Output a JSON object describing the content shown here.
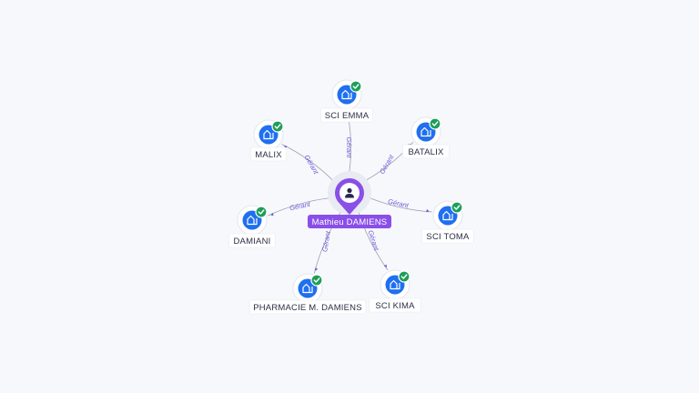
{
  "graph": {
    "center": {
      "label": "Mathieu DAMIENS",
      "icon": "person-icon"
    },
    "edge_label": "Gérant",
    "nodes": [
      {
        "id": "sci-emma",
        "label": "SCI EMMA",
        "icon": "building-icon",
        "verified": true
      },
      {
        "id": "batalix",
        "label": "BATALIX",
        "icon": "building-icon",
        "verified": true
      },
      {
        "id": "sci-toma",
        "label": "SCI TOMA",
        "icon": "building-icon",
        "verified": true
      },
      {
        "id": "sci-kima",
        "label": "SCI KIMA",
        "icon": "building-icon",
        "verified": true
      },
      {
        "id": "pharmacie",
        "label": "PHARMACIE M. DAMIENS",
        "icon": "building-icon",
        "verified": true
      },
      {
        "id": "damiani",
        "label": "DAMIANI",
        "icon": "building-icon",
        "verified": true
      },
      {
        "id": "malix",
        "label": "MALIX",
        "icon": "building-icon",
        "verified": true
      }
    ],
    "colors": {
      "company": "#1f6ff0",
      "person": "#8a4fe8",
      "verified": "#1e9e5a",
      "edge_label": "#6b5bd6"
    }
  }
}
